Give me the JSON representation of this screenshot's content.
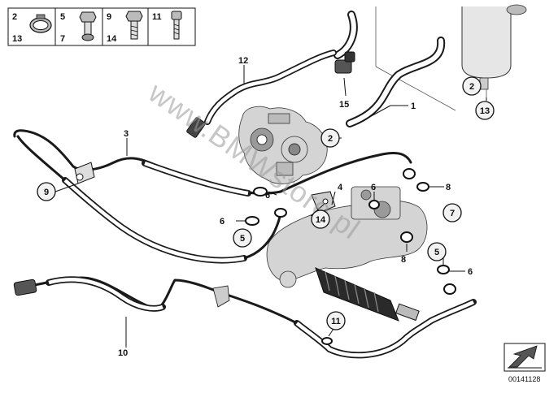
{
  "legend": {
    "rows": [
      [
        "2",
        "5",
        "9",
        "11"
      ],
      [
        "13",
        "7",
        "14",
        ""
      ]
    ]
  },
  "callouts": {
    "c2_top": "2",
    "c13": "13",
    "c2_mid": "2",
    "c9": "9",
    "c5_left": "5",
    "c14": "14",
    "c7": "7",
    "c11": "11"
  },
  "labels": {
    "l12": "12",
    "l15": "15",
    "l1": "1",
    "l3": "3",
    "l6_a": "6",
    "l4": "4",
    "l6_b": "6",
    "l8_a": "8",
    "l6_c": "6",
    "l8_b": "8",
    "l5_right": "5",
    "l6_d": "6",
    "l10": "10"
  },
  "watermark": "www.BMWstore.pl",
  "diagram_code": "00141128",
  "colors": {
    "hose": "#1a1a1a",
    "callout_fill": "#f2f2f2",
    "watermark": "#9a9a9a"
  }
}
